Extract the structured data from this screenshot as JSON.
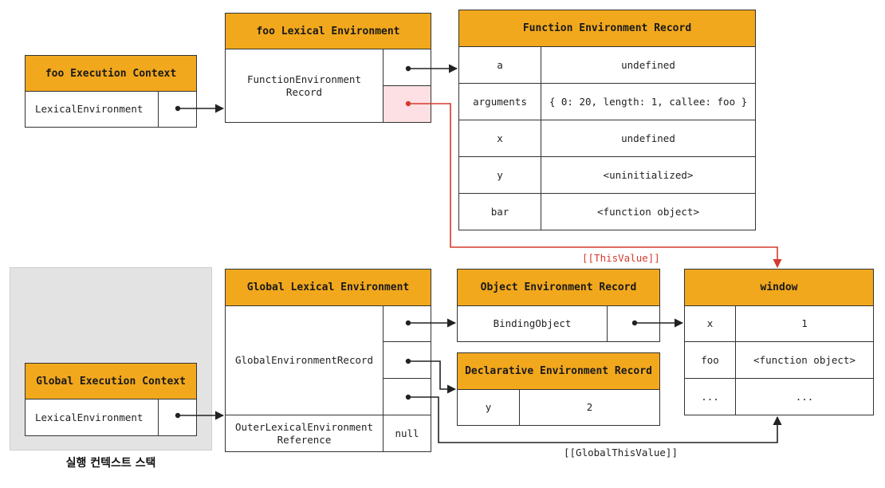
{
  "foo_ec": {
    "title": "foo Execution Context",
    "field": "LexicalEnvironment"
  },
  "foo_le": {
    "title": "foo Lexical Environment",
    "field": "FunctionEnvironment Record"
  },
  "fer": {
    "title": "Function Environment Record",
    "rows": [
      {
        "name": "a",
        "value": "undefined"
      },
      {
        "name": "arguments",
        "value": "{ 0: 20, length: 1, callee: foo }"
      },
      {
        "name": "x",
        "value": "undefined"
      },
      {
        "name": "y",
        "value": "<uninitialized>"
      },
      {
        "name": "bar",
        "value": "<function object>"
      }
    ]
  },
  "this_label": "[[ThisValue]]",
  "global_ec": {
    "title": "Global Execution Context",
    "field": "LexicalEnvironment"
  },
  "global_le": {
    "title": "Global Lexical Environment",
    "ger_label": "GlobalEnvironmentRecord",
    "outer_label": "OuterLexicalEnvironment Reference",
    "outer_value": "null"
  },
  "oer": {
    "title": "Object Environment Record",
    "field": "BindingObject"
  },
  "der": {
    "title": "Declarative Environment Record",
    "rows": [
      {
        "name": "y",
        "value": "2"
      }
    ]
  },
  "window": {
    "title": "window",
    "rows": [
      {
        "name": "x",
        "value": "1"
      },
      {
        "name": "foo",
        "value": "<function object>"
      },
      {
        "name": "...",
        "value": "..."
      }
    ]
  },
  "global_this_label": "[[GlobalThisValue]]",
  "stack_caption": "실행 컨텍스트 스택",
  "colors": {
    "header": "#f2a81d",
    "border": "#333333",
    "this_edge": "#d63a2f",
    "pink_cell": "#fde0e3",
    "stack_bg": "#e3e3e3"
  }
}
